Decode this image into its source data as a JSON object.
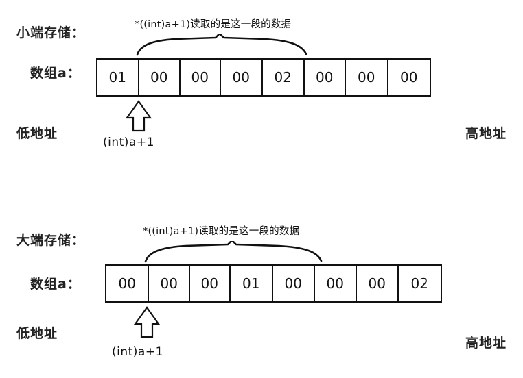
{
  "figure": {
    "background_color": "#ffffff",
    "ink_color": "#111111"
  },
  "sections": [
    {
      "id": "little-endian",
      "endian_label": "小端存储：",
      "array_label": "数组a：",
      "caption": "*((int)a+1)读取的是这一段的数据",
      "low_address_label": "低地址",
      "high_address_label": "高地址",
      "pointer_expression": "(int)a+1",
      "cells": [
        "01",
        "00",
        "00",
        "00",
        "02",
        "00",
        "00",
        "00"
      ],
      "brace_span_cells": [
        1,
        4
      ],
      "arrow_at_boundary_index": 1
    },
    {
      "id": "big-endian",
      "endian_label": "大端存储：",
      "array_label": "数组a：",
      "caption": "*((int)a+1)读取的是这一段的数据",
      "low_address_label": "低地址",
      "high_address_label": "高地址",
      "pointer_expression": "(int)a+1",
      "cells": [
        "00",
        "00",
        "00",
        "01",
        "00",
        "00",
        "00",
        "02"
      ],
      "brace_span_cells": [
        1,
        4
      ],
      "arrow_at_boundary_index": 1
    }
  ]
}
